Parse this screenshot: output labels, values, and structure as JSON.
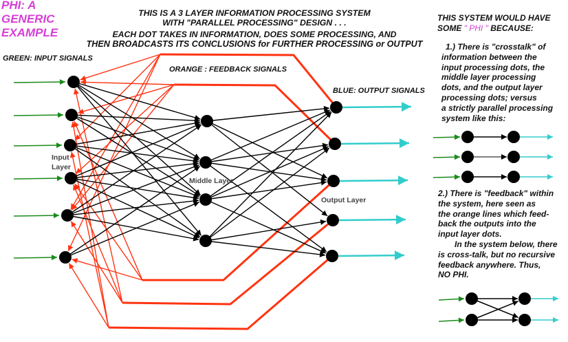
{
  "title": {
    "lines": [
      "PHI: A",
      "GENERIC",
      "EXAMPLE"
    ]
  },
  "heading": {
    "lines": [
      "THIS  IS  A  3 LAYER INFORMATION PROCESSING SYSTEM",
      "WITH  \"PARALLEL  PROCESSING\" DESIGN . . .",
      "EACH DOT TAKES IN INFORMATION, DOES SOME PROCESSING, AND",
      "THEN  BROADCASTS ITS CONCLUSIONS for FURTHER PROCESSING or OUTPUT"
    ]
  },
  "legend": {
    "green": "GREEN:  INPUT SIGNALS",
    "orange": "ORANGE : FEEDBACK SIGNALS",
    "blue": "BLUE: OUTPUT SIGNALS"
  },
  "layer_labels": {
    "input": [
      "Input",
      "Layer"
    ],
    "middle": "Middle Layer",
    "output": "Output Layer"
  },
  "colors": {
    "input": "#1a8a1a",
    "feedback": "#ff3311",
    "output": "#33cccc",
    "connection": "#000000",
    "title": "#d63fd6"
  },
  "network": {
    "layers": {
      "input": 6,
      "middle": 4,
      "output": 5
    },
    "input_to_middle": [
      [
        0,
        0
      ],
      [
        0,
        1
      ],
      [
        0,
        2
      ],
      [
        0,
        3
      ],
      [
        1,
        0
      ],
      [
        1,
        1
      ],
      [
        1,
        2
      ],
      [
        2,
        0
      ],
      [
        2,
        1
      ],
      [
        2,
        2
      ],
      [
        2,
        3
      ],
      [
        3,
        0
      ],
      [
        3,
        1
      ],
      [
        3,
        2
      ],
      [
        3,
        3
      ],
      [
        4,
        0
      ],
      [
        4,
        1
      ],
      [
        4,
        2
      ],
      [
        4,
        3
      ],
      [
        5,
        1
      ],
      [
        5,
        2
      ]
    ],
    "middle_to_output": [
      [
        0,
        0
      ],
      [
        0,
        2
      ],
      [
        0,
        3
      ],
      [
        1,
        0
      ],
      [
        1,
        1
      ],
      [
        1,
        2
      ],
      [
        1,
        4
      ],
      [
        2,
        0
      ],
      [
        2,
        1
      ],
      [
        2,
        2
      ],
      [
        2,
        4
      ],
      [
        3,
        0
      ],
      [
        3,
        1
      ],
      [
        3,
        3
      ],
      [
        3,
        4
      ]
    ],
    "feedback": [
      {
        "from_output": 0,
        "to_inputs": [
          0,
          2,
          4,
          5
        ]
      },
      {
        "from_output": 1,
        "to_inputs": [
          0,
          1,
          3,
          4
        ]
      },
      {
        "from_output": 2,
        "to_inputs": [
          1,
          3,
          5
        ]
      },
      {
        "from_output": 3,
        "to_inputs": [
          0,
          3,
          4
        ]
      },
      {
        "from_output": 4,
        "to_inputs": [
          1,
          2,
          5
        ]
      }
    ]
  },
  "side": {
    "heading_pre": "THIS SYSTEM WOULD HAVE",
    "heading_pre2": "SOME ",
    "heading_phi": "\" PHI \"",
    "heading_post": " BECAUSE:",
    "point1": [
      "1.) There is \"crosstalk\" of",
      "information between the",
      "input processing dots, the",
      "middle layer processing",
      "dots, and the output layer",
      "processing dots; versus",
      "a strictly parallel processing",
      "system like this:"
    ],
    "point2": [
      "2.) There is \"feedback\" within",
      "the system, here seen as",
      "the orange lines which feed-",
      "back the outputs into the",
      "input layer dots."
    ],
    "point3": [
      "In the system below, there",
      "is cross-talk, but no recursive",
      "feedback anywhere.  Thus,",
      "NO PHI."
    ]
  },
  "examples": {
    "parallel": {
      "rows": 3,
      "connections": [
        [
          0,
          0
        ],
        [
          1,
          1
        ],
        [
          2,
          2
        ]
      ]
    },
    "crosstalk": {
      "rows": 2,
      "connections": [
        [
          0,
          0
        ],
        [
          0,
          1
        ],
        [
          1,
          0
        ],
        [
          1,
          1
        ]
      ]
    }
  }
}
